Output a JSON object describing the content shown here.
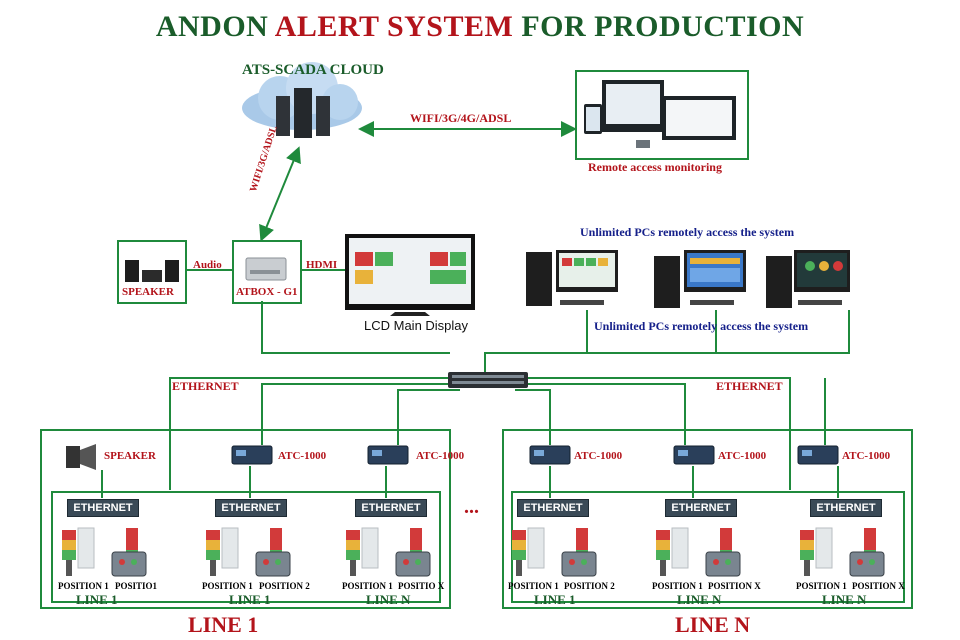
{
  "title": {
    "part1": "ANDON",
    "part2": "ALERT SYSTEM",
    "part3": "FOR PRODUCTION"
  },
  "cloud": {
    "label": "ATS-SCADA CLOUD"
  },
  "links": {
    "cloud_remote": "WIFI/3G/4G/ADSL",
    "cloud_atbox": "WIFI/3G/ADSL",
    "audio": "Audio",
    "hdmi": "HDMI"
  },
  "remote": {
    "caption": "Remote access monitoring"
  },
  "speaker_box": {
    "label": "SPEAKER"
  },
  "atbox": {
    "label": "ATBOX - G1"
  },
  "lcd": {
    "caption": "LCD Main Display"
  },
  "pcs": {
    "heading": "Unlimited PCs remotely access the system",
    "caption": "Unlimited PCs remotely access the system"
  },
  "ethernet": {
    "left": "ETHERNET",
    "right": "ETHERNET"
  },
  "ellipsis": "...",
  "groups": [
    {
      "name": "LINE 1",
      "devices": [
        "SPEAKER",
        "ATC-1000",
        "ATC-1000"
      ],
      "sublines": [
        {
          "eth": "ETHERNET",
          "pos_a": "POSITION 1",
          "pos_b": "POSITIO1",
          "line": "LINE 1"
        },
        {
          "eth": "ETHERNET",
          "pos_a": "POSITION 1",
          "pos_b": "POSITION 2",
          "line": "LINE 1"
        },
        {
          "eth": "ETHERNET",
          "pos_a": "POSITION 1",
          "pos_b": "POSITIO X",
          "line": "LINE N"
        }
      ]
    },
    {
      "name": "LINE N",
      "devices": [
        "ATC-1000",
        "ATC-1000",
        "ATC-1000"
      ],
      "sublines": [
        {
          "eth": "ETHERNET",
          "pos_a": "POSITION 1",
          "pos_b": "POSITION 2",
          "line": "LINE 1"
        },
        {
          "eth": "ETHERNET",
          "pos_a": "POSITION 1",
          "pos_b": "POSITION X",
          "line": "LINE N"
        },
        {
          "eth": "ETHERNET",
          "pos_a": "POSITION 1",
          "pos_b": "POSITION X",
          "line": "LINE N"
        }
      ]
    }
  ],
  "colors": {
    "line": "#1f8a3c",
    "red": "#b3141b",
    "green": "#1a5c2a",
    "blue": "#15208a"
  }
}
